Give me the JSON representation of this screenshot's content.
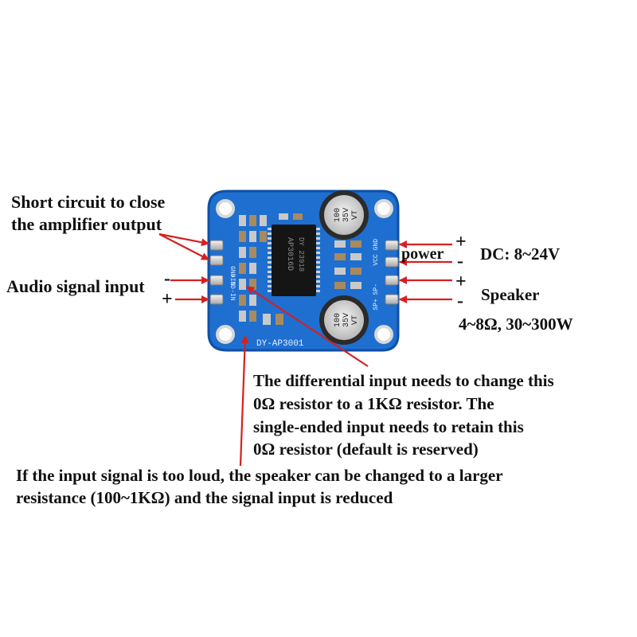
{
  "annotations": {
    "short_circuit_line1": "Short circuit to close",
    "short_circuit_line2": "the amplifier output",
    "audio_input_label": "Audio signal input",
    "audio_input_minus": "-",
    "audio_input_plus": "+",
    "power_label": "power",
    "power_plus": "+",
    "power_minus": "-",
    "dc_range": "DC: 8~24V",
    "speaker_plus": "+",
    "speaker_minus": "-",
    "speaker_label": "Speaker",
    "speaker_spec": "4~8Ω, 30~300W",
    "differential_note_line1": "The differential input needs to change this",
    "differential_note_line2": "0Ω resistor to a 1KΩ resistor. The",
    "differential_note_line3": "single-ended input needs to retain this",
    "differential_note_line4": "0Ω resistor (default is reserved)",
    "loud_input_note_line1": "If the input signal is too loud, the speaker can be changed to a larger",
    "loud_input_note_line2": "resistance (100~1KΩ) and the signal input is reduced"
  },
  "board": {
    "model": "DY-AP3001",
    "chip_line1": "AP3016D",
    "chip_line2": "DY 23918",
    "cap_value": "100",
    "cap_voltage": "35V",
    "cap_series": "VT",
    "silk_left_top": "GND SD",
    "silk_left_bottom": "+IN -IN",
    "silk_right_top": "VCC GND",
    "silk_right_bottom": "SP+ SP-"
  },
  "colors": {
    "pcb": "#1e6fd0",
    "pcb_edge": "#0f4fa6",
    "arrow": "#d62020",
    "text": "#111111",
    "capacitor": "#2b2b2b",
    "chip": "#151515"
  }
}
